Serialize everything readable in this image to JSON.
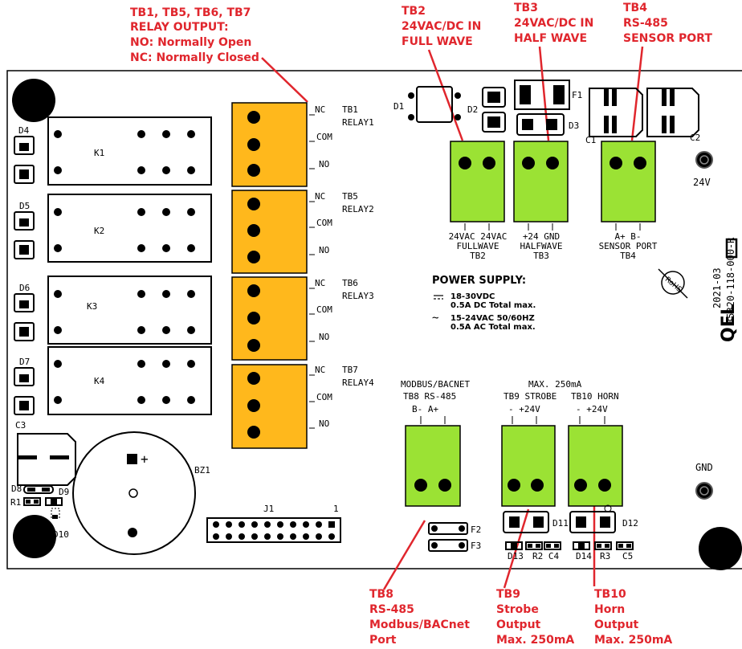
{
  "callouts": {
    "relay": [
      "TB1, TB5, TB6, TB7",
      "RELAY OUTPUT:",
      "NO: Normally Open",
      "NC: Normally Closed"
    ],
    "tb2": [
      "TB2",
      "24VAC/DC IN",
      "FULL WAVE"
    ],
    "tb3": [
      "TB3",
      "24VAC/DC IN",
      "HALF WAVE"
    ],
    "tb4": [
      "TB4",
      "RS-485",
      "SENSOR PORT"
    ],
    "tb8": [
      "TB8",
      "RS-485",
      "Modbus/BACnet",
      "Port"
    ],
    "tb9": [
      "TB9",
      "Strobe",
      "Output",
      "Max. 250mA"
    ],
    "tb10": [
      "TB10",
      "Horn",
      "Output",
      "Max. 250mA"
    ]
  },
  "relays": [
    {
      "tb": "TB1",
      "relay": "RELAY1",
      "k": "K1",
      "diode": "D4"
    },
    {
      "tb": "TB5",
      "relay": "RELAY2",
      "k": "K2",
      "diode": "D5"
    },
    {
      "tb": "TB6",
      "relay": "RELAY3",
      "k": "K3",
      "diode": "D6"
    },
    {
      "tb": "TB7",
      "relay": "RELAY4",
      "k": "K4",
      "diode": "D7"
    }
  ],
  "relay_pins": {
    "nc": "NC",
    "com": "COM",
    "no": "NO"
  },
  "tb2_label": [
    "24VAC 24VAC",
    "FULLWAVE",
    "TB2"
  ],
  "tb3_label": [
    "+24  GND",
    "HALFWAVE",
    "TB3"
  ],
  "tb4_label": [
    "A+  B-",
    "SENSOR PORT",
    "TB4"
  ],
  "power_supply": {
    "title": "POWER SUPPLY:",
    "dc": [
      "18-30VDC",
      "0.5A DC Total max."
    ],
    "ac": [
      "15-24VAC 50/60HZ",
      "0.5A AC Total max."
    ]
  },
  "modbus_label": [
    "MODBUS/BACNET",
    "TB8  RS-485",
    "B-    A+"
  ],
  "max_label": "MAX. 250mA",
  "tb9_label": [
    "TB9  STROBE",
    "-    +24V"
  ],
  "tb10_label": [
    "TB10 HORN",
    "-    +24V"
  ],
  "power_pins": {
    "v24": "24V",
    "gnd": "GND"
  },
  "branding": {
    "logo": "QEL",
    "date": "2021-03",
    "part": "85320-118-000-R",
    "rohs": "RoHS"
  },
  "components": {
    "d1": "D1",
    "d2": "D2",
    "d3": "D3",
    "f1": "F1",
    "c1": "C1",
    "c2": "C2",
    "c3": "C3",
    "bz1": "BZ1",
    "j1": "J1",
    "j1_pin": "1",
    "d8": "D8",
    "d9": "D9",
    "r1": "R1",
    "d10": "D10",
    "f2": "F2",
    "f3": "F3",
    "d11": "D11",
    "d12": "D12",
    "d13": "D13",
    "r2c4": "R2 C4",
    "d14": "D14",
    "r3": "R3",
    "c5": "C5",
    "plus": "+"
  },
  "colors": {
    "callout_red": "#e0262d",
    "terminal_orange": "#ffb81c",
    "terminal_green": "#9be234",
    "silkscreen": "#000000"
  }
}
